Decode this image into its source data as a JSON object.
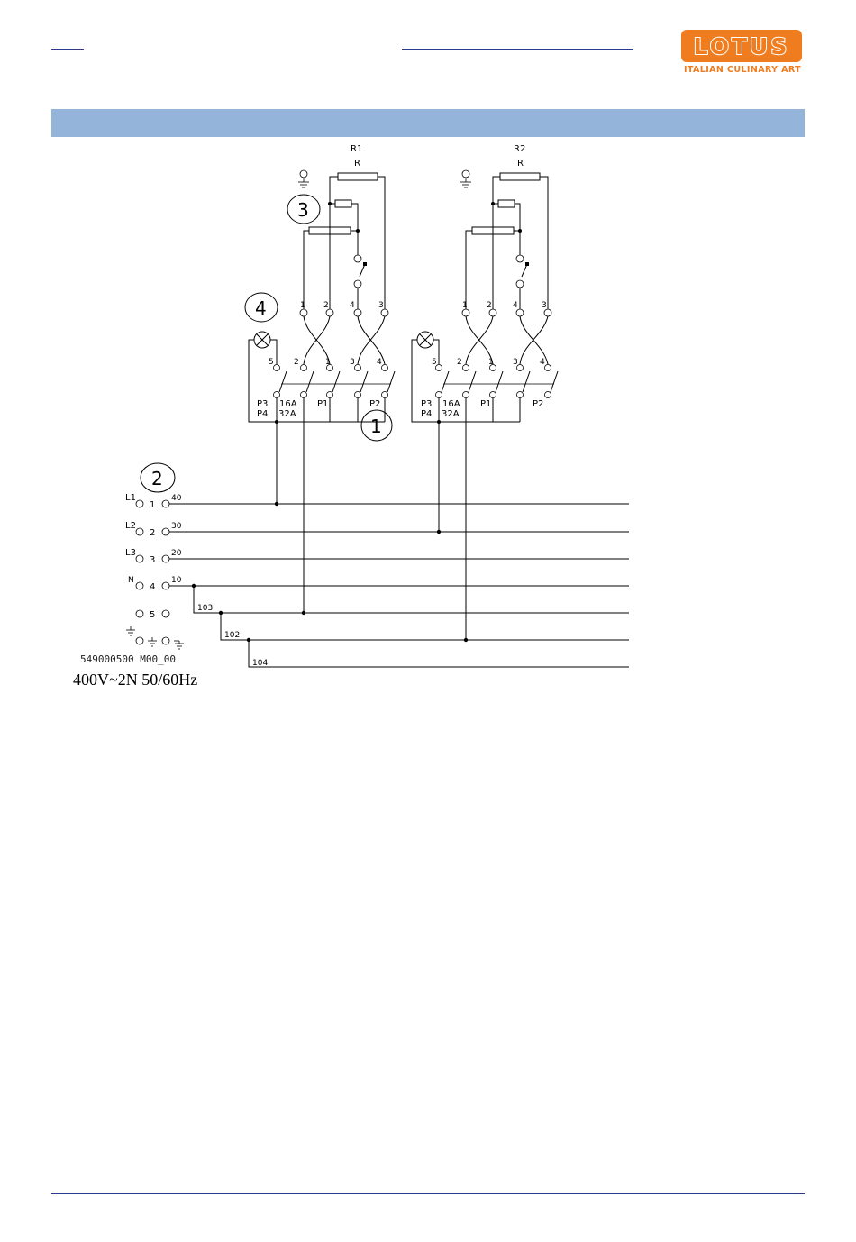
{
  "brand": {
    "name": "LOTUS",
    "tagline": "ITALIAN CULINARY ART",
    "color": "#ef7d20"
  },
  "section_bar_color": "#94b4d9",
  "diagram": {
    "resistor_labels": {
      "r1_name": "R1",
      "r1_type": "R",
      "r2_name": "R2",
      "r2_type": "R"
    },
    "callouts": {
      "c1": "1",
      "c2": "2",
      "c3": "3",
      "c4": "4"
    },
    "switch_labels": {
      "p3": "P3",
      "p4": "P4",
      "a16": "16A",
      "a32": "32A",
      "p1": "P1",
      "p2": "P2"
    },
    "terminal_numbers": {
      "t1": "1",
      "t2": "2",
      "t3": "3",
      "t4": "4",
      "t5": "5"
    },
    "lines": [
      {
        "phase": "L1",
        "num": "1",
        "wire": "40"
      },
      {
        "phase": "L2",
        "num": "2",
        "wire": "30"
      },
      {
        "phase": "L3",
        "num": "3",
        "wire": "20"
      },
      {
        "phase": "N",
        "num": "4",
        "wire": "10"
      },
      {
        "phase": "",
        "num": "5",
        "wire": ""
      }
    ],
    "branch_wires": {
      "w103": "103",
      "w102": "102",
      "w104": "104"
    },
    "code": "549000500  M00_00",
    "supply": "400V~2N 50/60Hz"
  },
  "icons": [
    "ground-icon",
    "lamp-icon",
    "switch-icon",
    "terminal-icon"
  ]
}
